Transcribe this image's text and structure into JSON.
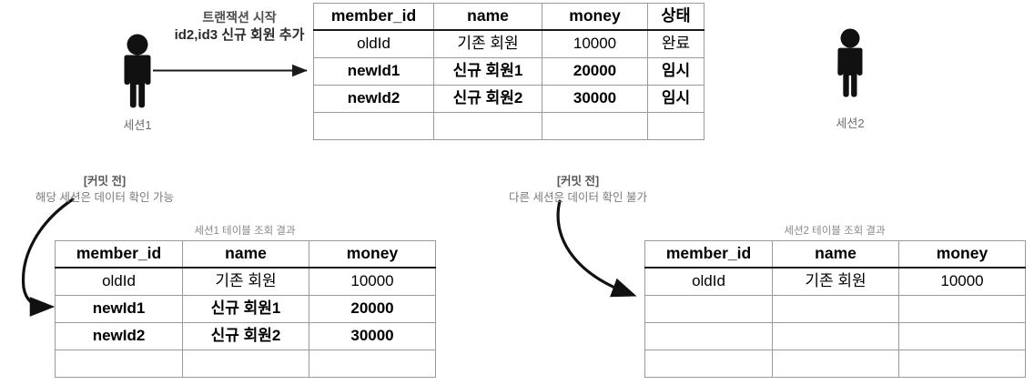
{
  "diagram": {
    "title_text": "transaction isolation diagram",
    "sessions": [
      {
        "icon": "person-icon",
        "label": "세션1"
      },
      {
        "icon": "person-icon",
        "label": "세션2"
      }
    ],
    "flow_arrow": {
      "line1": "트랜잭션 시작",
      "line2": "id2,id3 신규 회원 추가"
    },
    "annotations": [
      {
        "title": "[커밋 전]",
        "body": "해당 세션은 데이터 확인 가능"
      },
      {
        "title": "[커밋 전]",
        "body": "다른 세션은 데이터 확인 불가"
      }
    ],
    "tables": {
      "main": {
        "caption": "",
        "columns": [
          "member_id",
          "name",
          "money",
          "상태"
        ],
        "rows": [
          {
            "bold": false,
            "cells": [
              "oldId",
              "기존 회원",
              "10000",
              "완료"
            ]
          },
          {
            "bold": true,
            "cells": [
              "newId1",
              "신규 회원1",
              "20000",
              "임시"
            ]
          },
          {
            "bold": true,
            "cells": [
              "newId2",
              "신규 회원2",
              "30000",
              "임시"
            ]
          },
          {
            "bold": false,
            "cells": [
              "",
              "",
              "",
              ""
            ]
          }
        ]
      },
      "session1_result": {
        "caption": "세션1 테이블 조회 결과",
        "columns": [
          "member_id",
          "name",
          "money"
        ],
        "rows": [
          {
            "bold": false,
            "cells": [
              "oldId",
              "기존 회원",
              "10000"
            ]
          },
          {
            "bold": true,
            "cells": [
              "newId1",
              "신규 회원1",
              "20000"
            ]
          },
          {
            "bold": true,
            "cells": [
              "newId2",
              "신규 회원2",
              "30000"
            ]
          },
          {
            "bold": false,
            "cells": [
              "",
              "",
              ""
            ]
          }
        ]
      },
      "session2_result": {
        "caption": "세션2 테이블 조회 결과",
        "columns": [
          "member_id",
          "name",
          "money"
        ],
        "rows": [
          {
            "bold": false,
            "cells": [
              "oldId",
              "기존 회원",
              "10000"
            ]
          },
          {
            "bold": false,
            "cells": [
              "",
              "",
              ""
            ]
          },
          {
            "bold": false,
            "cells": [
              "",
              "",
              ""
            ]
          },
          {
            "bold": false,
            "cells": [
              "",
              "",
              ""
            ]
          }
        ]
      }
    },
    "colors": {
      "background": "#ffffff",
      "table_border": "#9a9a9a",
      "header_rule": "#1a1a1a",
      "caption_text": "#8a8a8a",
      "annotation_text": "#7b7b7b",
      "arrow": "#1a1a1a",
      "person": "#111111"
    }
  }
}
